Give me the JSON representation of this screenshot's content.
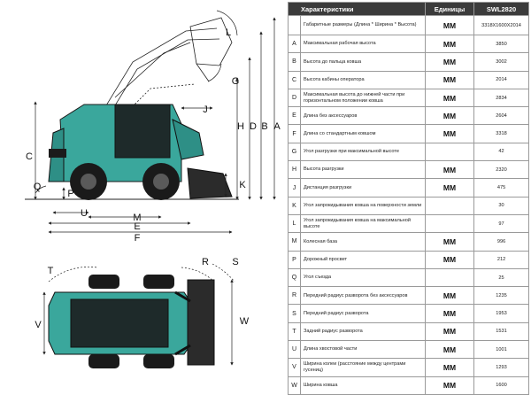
{
  "table": {
    "headers": {
      "characteristics": "Характеристики",
      "units": "Единицы",
      "model": "SWL2820"
    },
    "rows": [
      {
        "key": "",
        "name": "Габаритные размеры (Длина * Ширина * Высота)",
        "unit": "MM",
        "value": "3318X1600X2014"
      },
      {
        "key": "A",
        "name": "Максимальная рабочая высота",
        "unit": "MM",
        "value": "3850"
      },
      {
        "key": "B",
        "name": "Высота до пальца ковша",
        "unit": "MM",
        "value": "3002"
      },
      {
        "key": "C",
        "name": "Высота кабины оператора",
        "unit": "MM",
        "value": "2014"
      },
      {
        "key": "D",
        "name": "Максимальная высота до нижней части при горизонтальном положении ковша",
        "unit": "MM",
        "value": "2834"
      },
      {
        "key": "E",
        "name": "Длина без аксессуаров",
        "unit": "MM",
        "value": "2604"
      },
      {
        "key": "F",
        "name": "Длина со стандартным ковшом",
        "unit": "MM",
        "value": "3318"
      },
      {
        "key": "G",
        "name": "Угол разгрузки при максимальной высоте",
        "unit": "",
        "value": "42"
      },
      {
        "key": "H",
        "name": "Высота разгрузки",
        "unit": "MM",
        "value": "2320"
      },
      {
        "key": "J",
        "name": "Дистанция разгрузки",
        "unit": "MM",
        "value": "475"
      },
      {
        "key": "K",
        "name": "Угол запрокидывания ковша на поверхности земли",
        "unit": "",
        "value": "30"
      },
      {
        "key": "L",
        "name": "Угол запрокидывания ковша на максимальной высоте",
        "unit": "",
        "value": "97"
      },
      {
        "key": "M",
        "name": "Колесная база",
        "unit": "MM",
        "value": "996"
      },
      {
        "key": "P",
        "name": "Дорожный просвет",
        "unit": "MM",
        "value": "212"
      },
      {
        "key": "Q",
        "name": "Угол съезда",
        "unit": "",
        "value": "25"
      },
      {
        "key": "R",
        "name": "Передний радиус разворота без аксессуаров",
        "unit": "MM",
        "value": "1235"
      },
      {
        "key": "S",
        "name": "Передний радиус разворота",
        "unit": "MM",
        "value": "1953"
      },
      {
        "key": "T",
        "name": "Задний радиус разворота",
        "unit": "MM",
        "value": "1531"
      },
      {
        "key": "U",
        "name": "Длина хвостовой части",
        "unit": "MM",
        "value": "1001"
      },
      {
        "key": "V",
        "name": "Ширина колеи (расстояние между центрами гусениц)",
        "unit": "MM",
        "value": "1293"
      },
      {
        "key": "W",
        "name": "Ширина ковша",
        "unit": "MM",
        "value": "1600"
      }
    ]
  },
  "diagram": {
    "side_labels": [
      "A",
      "B",
      "C",
      "D",
      "E",
      "F",
      "G",
      "H",
      "J",
      "K",
      "L",
      "M",
      "P",
      "Q",
      "U"
    ],
    "top_labels": [
      "R",
      "S",
      "T",
      "V",
      "W"
    ],
    "body_color": "#3aa79c"
  }
}
